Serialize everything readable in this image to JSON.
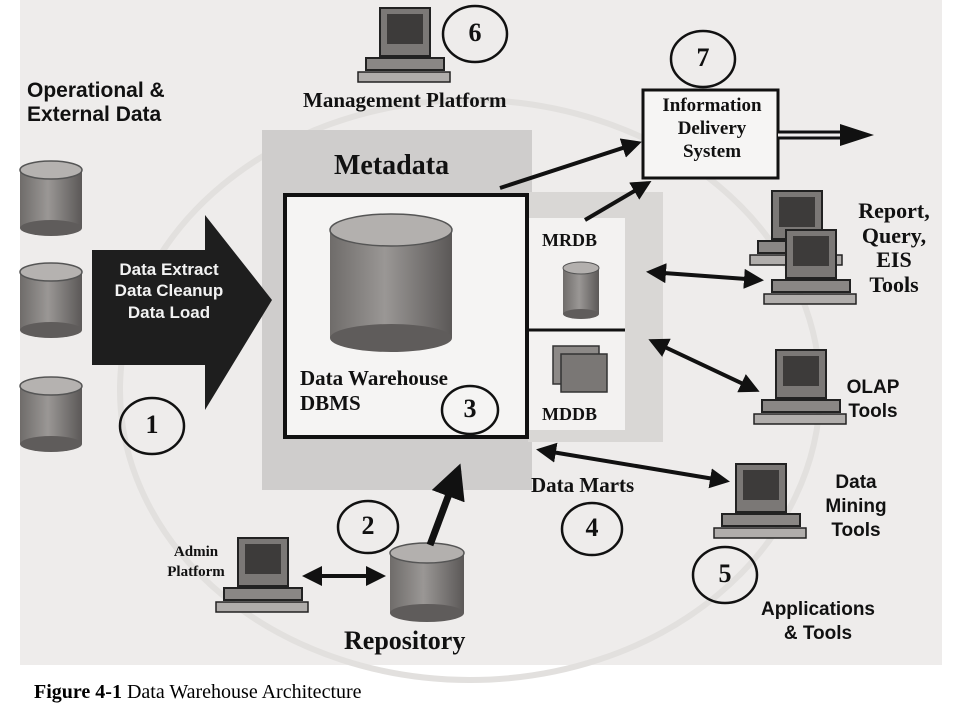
{
  "diagram": {
    "operational_data": {
      "line1": "Operational &",
      "line2": "External Data"
    },
    "etl": {
      "line1": "Data Extract",
      "line2": "Data Cleanup",
      "line3": "Data Load"
    },
    "metadata": "Metadata",
    "warehouse": {
      "line1": "Data Warehouse",
      "line2": "DBMS"
    },
    "mrdb": "MRDB",
    "mddb": "MDDB",
    "data_marts": "Data Marts",
    "management_platform": "Management Platform",
    "info_delivery": {
      "line1": "Information",
      "line2": "Delivery",
      "line3": "System"
    },
    "report_tools": {
      "line1": "Report,",
      "line2": "Query,",
      "line3": "EIS",
      "line4": "Tools"
    },
    "olap_tools": {
      "line1": "OLAP",
      "line2": "Tools"
    },
    "mining_tools": {
      "line1": "Data",
      "line2": "Mining",
      "line3": "Tools"
    },
    "applications": {
      "line1": "Applications",
      "line2": "& Tools"
    },
    "admin_platform": {
      "line1": "Admin",
      "line2": "Platform"
    },
    "repository": "Repository",
    "numbers": [
      "1",
      "2",
      "3",
      "4",
      "5",
      "6",
      "7"
    ]
  },
  "caption": {
    "label": "Figure 4-1",
    "text": "Data Warehouse Architecture"
  }
}
